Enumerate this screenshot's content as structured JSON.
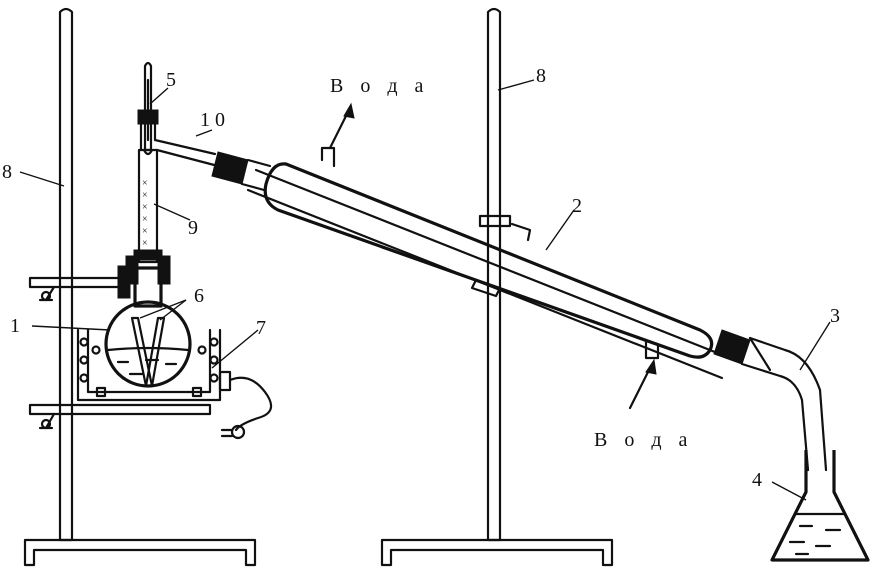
{
  "labels": {
    "flask": "1",
    "condenser": "2",
    "adapter": "3",
    "receiver": "4",
    "thermometer": "5",
    "boiling_chips": "6",
    "heater": "7",
    "stand_left": "8",
    "stand_right": "8",
    "column": "9",
    "head": "1 0"
  },
  "water": {
    "outlet": "В о д а",
    "inlet": "В о д а"
  }
}
